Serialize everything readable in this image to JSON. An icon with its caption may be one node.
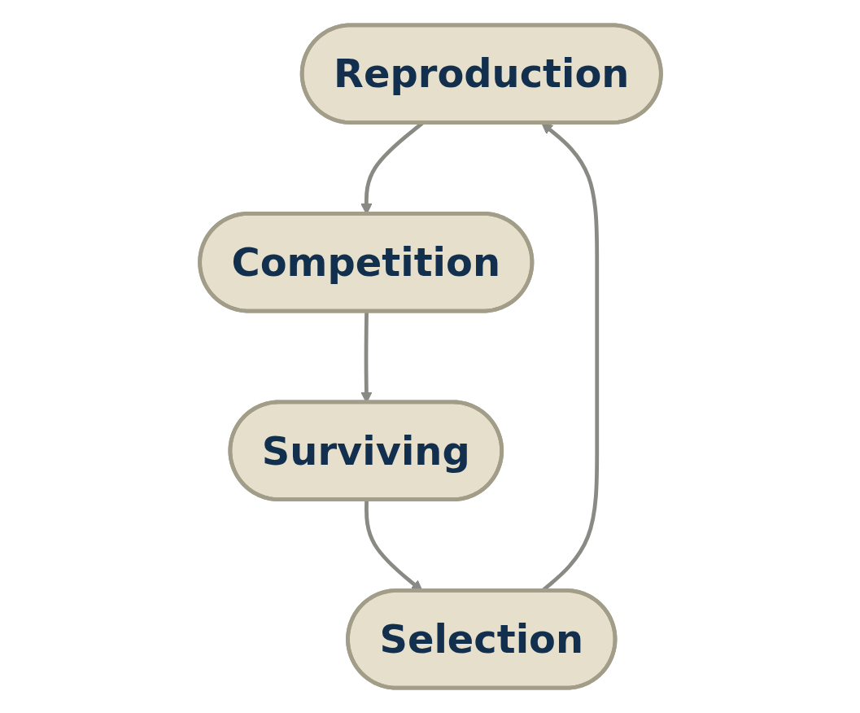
{
  "diagram": {
    "nodes": [
      {
        "text": [
          "Reproduction"
        ]
      },
      {
        "text": [
          "Selection"
        ]
      },
      {
        "text": [
          "Competition"
        ]
      },
      {
        "text": [
          "Surviving"
        ]
      }
    ],
    "edges": [
      {
        "from": 0,
        "to": 2,
        "arrow": "to"
      },
      {
        "from": 2,
        "to": 3,
        "arrow": "to"
      },
      {
        "from": 3,
        "to": 1,
        "arrow": "to"
      },
      {
        "from": 1,
        "to": 0,
        "arrow": "to"
      }
    ]
  }
}
